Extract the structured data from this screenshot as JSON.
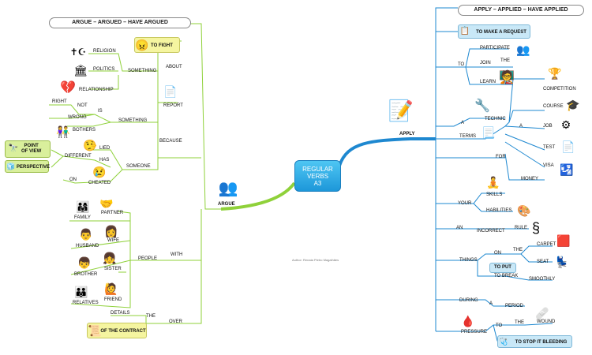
{
  "center": {
    "line1": "REGULAR",
    "line2": "VERBS",
    "line3": "A3"
  },
  "left_title": "ARGUE – ARGUED – HAVE ARGUED",
  "right_title": "APPLY – APPLIED – HAVE APPLIED",
  "argue": {
    "main": "ARGUE",
    "to_fight": "TO FIGHT",
    "religion": "RELIGION",
    "politics": "POLITICS",
    "relationship": "RELATIONSHIP",
    "something_about": "SOMETHING",
    "about": "ABOUT",
    "report": "REPORT",
    "right": "RIGHT",
    "not": "NOT",
    "is": "IS",
    "wrong": "WRONG",
    "something": "SOMETHING",
    "bothers": "BOTHERS",
    "because": "BECAUSE",
    "point_of_view_1": "POINT",
    "point_of_view_2": "OF VIEW",
    "perspective": "PERSPECTIVE",
    "lied": "LIED",
    "different": "DIFFERENT",
    "has": "HAS",
    "someone": "SOMEONE",
    "on": "ON",
    "cheated": "CHEATED",
    "partner": "PARTNER",
    "family": "FAMILY",
    "wife": "WIFE",
    "husband": "HUSBAND",
    "brother": "BROTHER",
    "sister": "SISTER",
    "people": "PEOPLE",
    "with": "WITH",
    "relatives": "RELATIVES",
    "friend": "FRIEND",
    "details": "DETAILS",
    "the": "THE",
    "over": "OVER",
    "of_the_contract": "OF THE CONTRACT"
  },
  "apply": {
    "main": "APPLY",
    "to_make_request": "TO MAKE A REQUEST",
    "participate": "PARTICIPATE",
    "to": "TO",
    "join": "JOIN",
    "the": "THE",
    "learn": "LEARN",
    "a": "A",
    "technic": "TECHNIC",
    "terms": "TERMS",
    "competition": "COMPETITION",
    "course": "COURSE",
    "a2": "A",
    "job": "JOB",
    "test": "TEST",
    "for": "FOR",
    "visa": "VISA",
    "money": "MONEY",
    "skills": "SKILLS",
    "your": "YOUR",
    "habilities": "HABILITIES",
    "an": "AN",
    "incorrect": "INCORRECT",
    "rule": "RULE",
    "carpet": "CARPET",
    "on": "ON",
    "the2": "THE",
    "seat": "SEAT",
    "things": "THINGS",
    "to_put": "TO PUT",
    "to_break": "TO BREAK",
    "smoothly": "SMOOTHLY",
    "during": "DURING",
    "a3": "A",
    "period": "PERIOD",
    "to2": "TO",
    "the3": "THE",
    "wound": "WOUND",
    "pressure": "PRESSURE",
    "to_stop_bleeding": "TO STOP IT BLEEDING"
  },
  "author": "Author: Renata Pietro Magalhães",
  "colors": {
    "left_branch": "#8fd13a",
    "right_branch": "#1e88d0",
    "center": "#2ea8e8"
  }
}
